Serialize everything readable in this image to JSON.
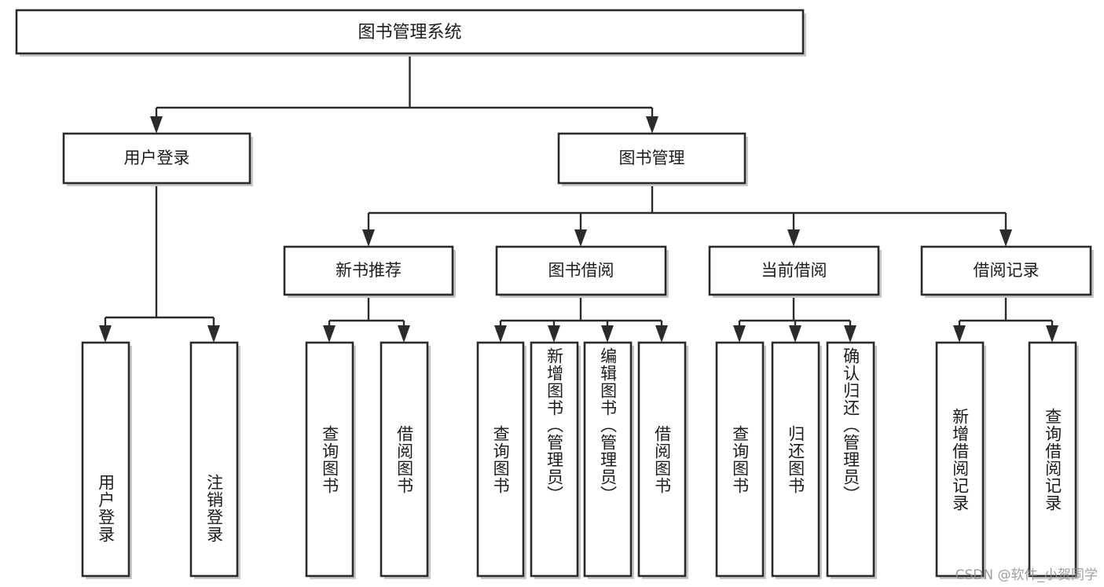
{
  "diagram": {
    "kind": "functional-structure-tree",
    "root": {
      "id": "root",
      "label": "图书管理系统"
    },
    "level2": [
      {
        "id": "user-login",
        "label": "用户登录"
      },
      {
        "id": "book-manage",
        "label": "图书管理"
      }
    ],
    "level3": [
      {
        "id": "new-book-recommend",
        "label": "新书推荐"
      },
      {
        "id": "book-borrow",
        "label": "图书借阅"
      },
      {
        "id": "current-borrow",
        "label": "当前借阅"
      },
      {
        "id": "borrow-record",
        "label": "借阅记录"
      }
    ],
    "leaves": {
      "user_login": [
        {
          "id": "leaf-user-login",
          "label": "用户登录"
        },
        {
          "id": "leaf-logout-login",
          "label": "注销登录"
        }
      ],
      "new_book_recommend": [
        {
          "id": "leaf-query-book-1",
          "label": "查询图书"
        },
        {
          "id": "leaf-borrow-book-1",
          "label": "借阅图书"
        }
      ],
      "book_borrow": [
        {
          "id": "leaf-query-book-2",
          "label": "查询图书"
        },
        {
          "id": "leaf-add-book",
          "label": "新增图书（管理员）"
        },
        {
          "id": "leaf-edit-book",
          "label": "编辑图书（管理员）"
        },
        {
          "id": "leaf-borrow-book-2",
          "label": "借阅图书"
        }
      ],
      "current_borrow": [
        {
          "id": "leaf-query-book-3",
          "label": "查询图书"
        },
        {
          "id": "leaf-return-book",
          "label": "归还图书"
        },
        {
          "id": "leaf-confirm-return",
          "label": "确认归还（管理员）"
        }
      ],
      "borrow_record": [
        {
          "id": "leaf-add-record",
          "label": "新增借阅记录"
        },
        {
          "id": "leaf-query-record",
          "label": "查询借阅记录"
        }
      ]
    }
  },
  "watermark": {
    "text": "CSDN @软件_小贺同学"
  },
  "colors": {
    "background": "#ffffff",
    "box_fill": "#ffffff",
    "box_stroke": "#2b2b2b",
    "connector": "#2b2b2b",
    "text": "#1c1c1c",
    "shadow": "#c9c9c9",
    "watermark": "#8f8f8f"
  }
}
